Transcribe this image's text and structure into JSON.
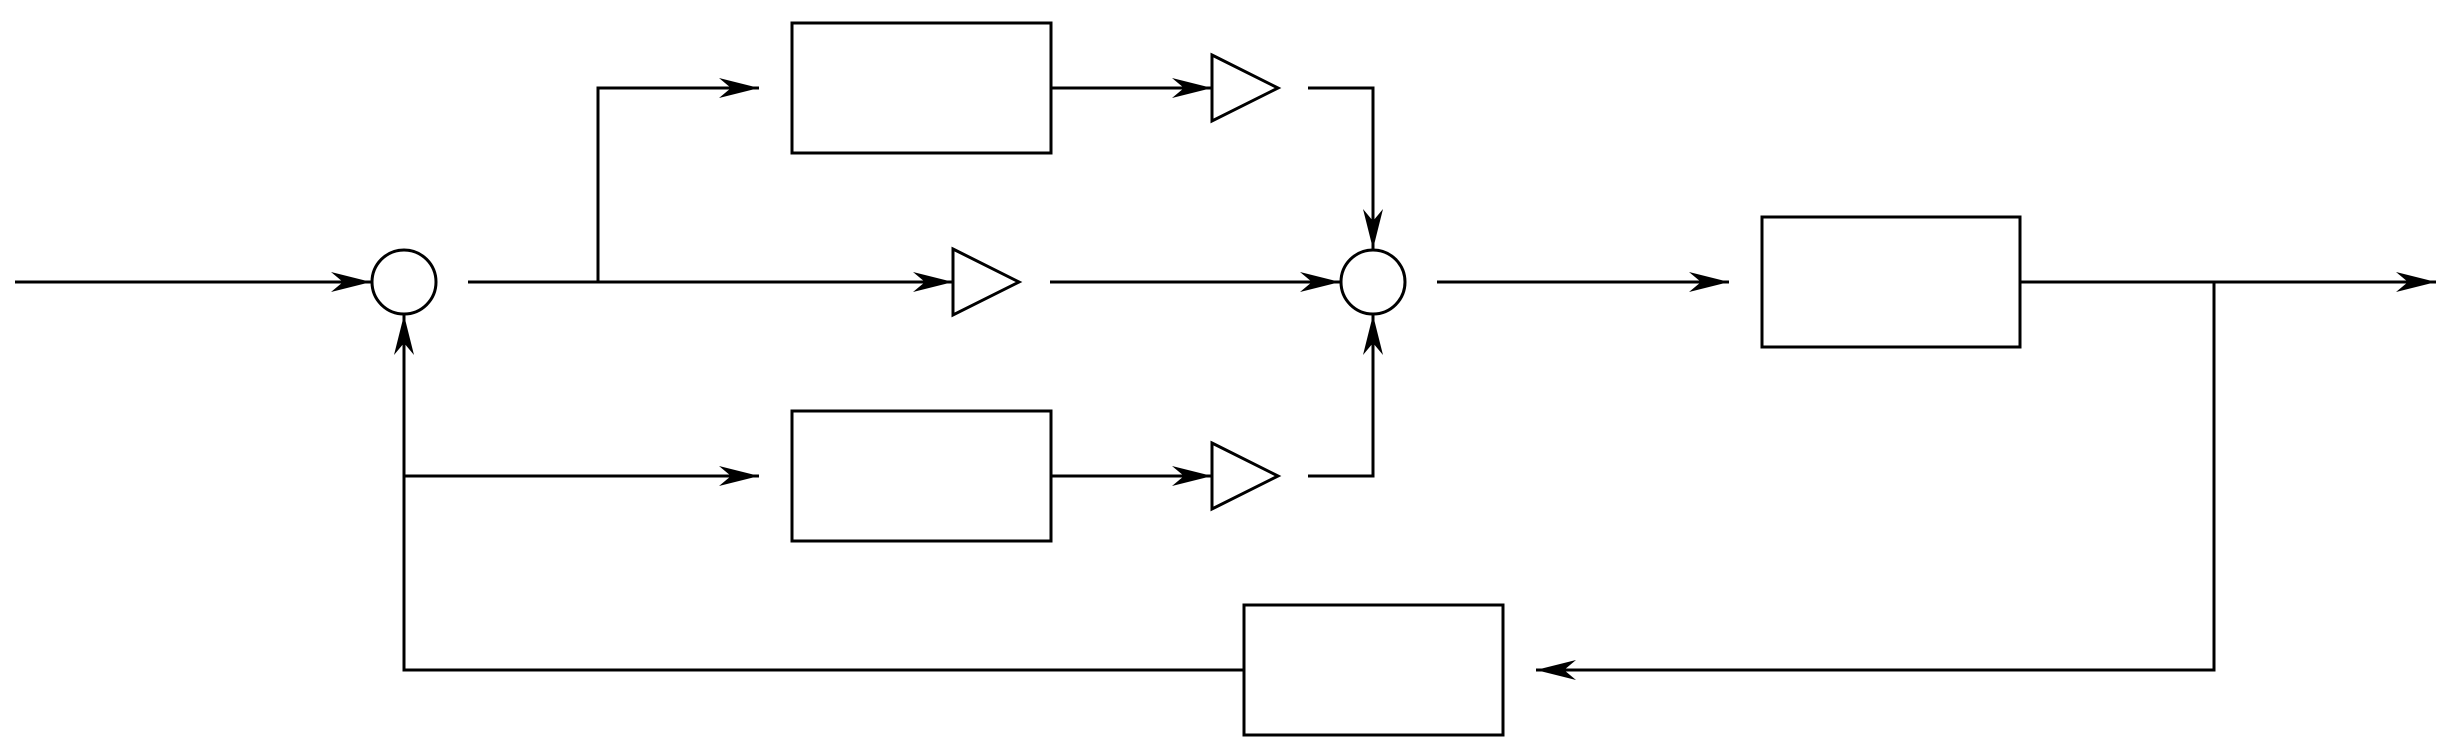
{
  "diagram": {
    "type": "block-diagram",
    "description_kind": "feedback control loop with parallel paths",
    "colors": {
      "background": "#ffffff",
      "stroke": "#000000",
      "fill": "#ffffff",
      "arrowhead": "#000000"
    },
    "blocks": [
      {
        "id": "upper-path-block",
        "label": ""
      },
      {
        "id": "lower-path-block",
        "label": ""
      },
      {
        "id": "plant-block",
        "label": ""
      },
      {
        "id": "feedback-block",
        "label": ""
      }
    ],
    "gains": [
      {
        "id": "gain-upper",
        "label": ""
      },
      {
        "id": "gain-middle",
        "label": ""
      },
      {
        "id": "gain-lower",
        "label": ""
      }
    ],
    "junctions": [
      {
        "id": "input-summing-junction",
        "label": ""
      },
      {
        "id": "output-summing-junction",
        "label": ""
      }
    ],
    "signals": [
      {
        "id": "input-signal",
        "label": ""
      },
      {
        "id": "output-signal",
        "label": ""
      }
    ]
  }
}
